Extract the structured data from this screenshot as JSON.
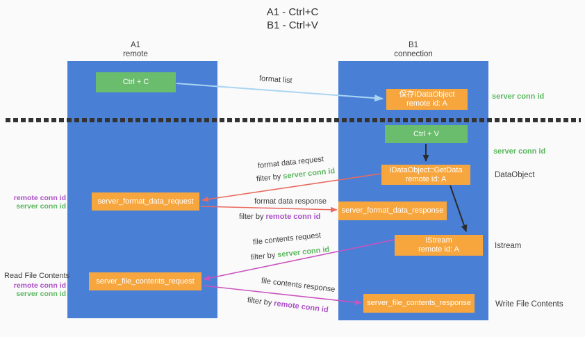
{
  "palette": {
    "lane_blue": "#4a7fd6",
    "box_green": "#69bd6d",
    "box_orange": "#f7a63e",
    "arrow_red": "#e96a5f",
    "arrow_magenta": "#c954be",
    "arrow_light_blue": "#a8d5f2",
    "arrow_black": "#2b2b2b",
    "text_dark": "#3d3d3d",
    "text_green": "#5cb860",
    "text_purple": "#a94fc5"
  },
  "title": {
    "line1": "A1 - Ctrl+C",
    "line2": "B1 - Ctrl+V"
  },
  "lanes": {
    "left": {
      "id": "A1",
      "role": "remote"
    },
    "right": {
      "id": "B1",
      "role": "connection"
    }
  },
  "nodes": {
    "ctrl_c": "Ctrl + C",
    "ctrl_v": "Ctrl + V",
    "save_dataobject_line1": "保存IDataObject",
    "save_dataobject_line2": "remote id: A",
    "getdata_line1": "IDataObject::GetData",
    "getdata_line2": "remote id: A",
    "istream_line1": "IStream",
    "istream_line2": "remote id: A",
    "format_request": "server_format_data_request",
    "format_response": "server_format_data_response",
    "file_request": "server_file_contents_request",
    "file_response": "server_file_contents_response"
  },
  "arrow_labels": {
    "format_list": "format list",
    "format_data_request": "format data request",
    "format_data_response": "format data response",
    "file_contents_request": "file contents request",
    "file_contents_response": "file contents response",
    "filter_by": "filter by"
  },
  "annotations": {
    "server_conn_id": "server conn id",
    "remote_conn_id": "remote conn id",
    "dataobject": "DataObject",
    "istream": "Istream",
    "read_file_contents": "Read File Contents",
    "write_file_contents": "Write File Contents"
  }
}
